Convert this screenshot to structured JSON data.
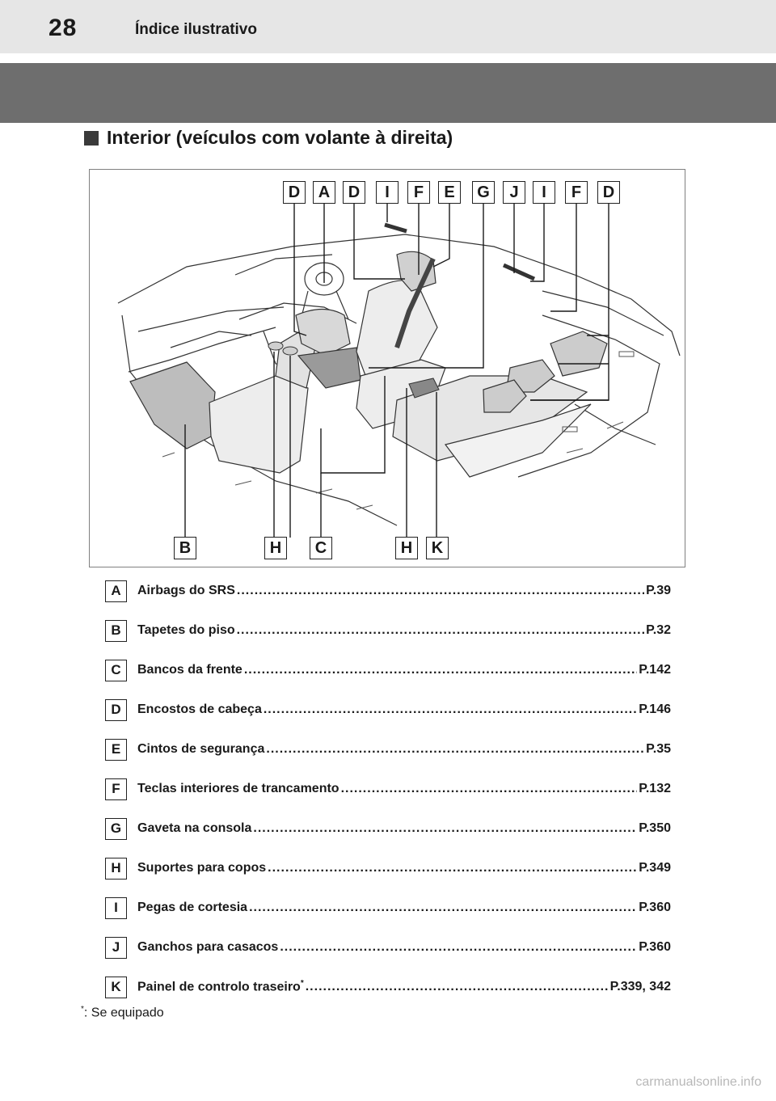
{
  "header": {
    "page_number": "28",
    "title": "Índice ilustrativo"
  },
  "section": {
    "title": "Interior (veículos com volante à direita)"
  },
  "figure": {
    "top_callouts": [
      "D",
      "A",
      "D",
      "I",
      "F",
      "E",
      "G",
      "J",
      "I",
      "F",
      "D"
    ],
    "bottom_callouts": [
      "B",
      "H",
      "C",
      "H",
      "K"
    ]
  },
  "legend": [
    {
      "letter": "A",
      "label": "Airbags do SRS",
      "page": "P.39"
    },
    {
      "letter": "B",
      "label": "Tapetes do piso",
      "page": "P.32"
    },
    {
      "letter": "C",
      "label": "Bancos da frente",
      "page": "P.142"
    },
    {
      "letter": "D",
      "label": "Encostos de cabeça",
      "page": "P.146"
    },
    {
      "letter": "E",
      "label": "Cintos de segurança",
      "page": "P.35"
    },
    {
      "letter": "F",
      "label": "Teclas interiores de trancamento",
      "page": "P.132"
    },
    {
      "letter": "G",
      "label": "Gaveta na consola",
      "page": "P.350"
    },
    {
      "letter": "H",
      "label": "Suportes para copos",
      "page": "P.349"
    },
    {
      "letter": "I",
      "label": "Pegas de cortesia",
      "page": "P.360"
    },
    {
      "letter": "J",
      "label": "Ganchos para casacos",
      "page": "P.360"
    },
    {
      "letter": "K",
      "label": "Painel de controlo traseiro",
      "label_sup": "*",
      "page": "P.339, 342"
    }
  ],
  "footnote": {
    "mark": "*",
    "text": ": Se equipado"
  },
  "watermark": "carmanualsonline.info"
}
